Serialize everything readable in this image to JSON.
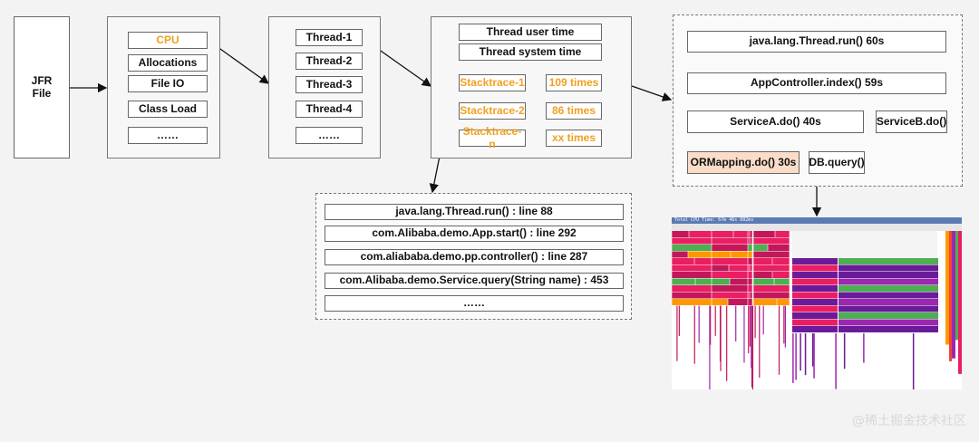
{
  "jfr": {
    "label": "JFR\nFile"
  },
  "events": {
    "items": [
      "CPU",
      "Allocations",
      "File IO",
      "Class Load",
      "……"
    ],
    "highlight_color": "#f0a020"
  },
  "threads": {
    "items": [
      "Thread-1",
      "Thread-2",
      "Thread-3",
      "Thread-4",
      "……"
    ]
  },
  "times": {
    "header": [
      "Thread user time",
      "Thread system time"
    ],
    "stacks": [
      {
        "name": "Stacktrace-1",
        "count": "109 times"
      },
      {
        "name": "Stacktrace-2",
        "count": "86 times"
      },
      {
        "name": "Stacktrace-n",
        "count": "xx times"
      }
    ]
  },
  "stacktrace": {
    "lines": [
      "java.lang.Thread.run() : line 88",
      "com.Alibaba.demo.App.start() : line 292",
      "com.aliababa.demo.pp.controller() : line 287",
      "com.Alibaba.demo.Service.query(String name) : 453",
      "……"
    ]
  },
  "calltree": {
    "run": "java.lang.Thread.run() 60s",
    "index": "AppController.index() 59s",
    "service_a": "ServiceA.do() 40s",
    "service_b": "ServiceB.do()",
    "ormapping": "ORMapping.do() 30s",
    "db_query": "DB.query()",
    "ormapping_color": "#fbdcc8"
  },
  "flamegraph": {
    "title": "Total CPU Time: 67m 46s 602ms",
    "palette": [
      "#c2185b",
      "#e91e63",
      "#8e2460",
      "#6a1b9a",
      "#9c27b0",
      "#4caf50",
      "#ff9800",
      "#f44336",
      "#795548"
    ]
  },
  "watermark": "@稀土掘金技术社区"
}
